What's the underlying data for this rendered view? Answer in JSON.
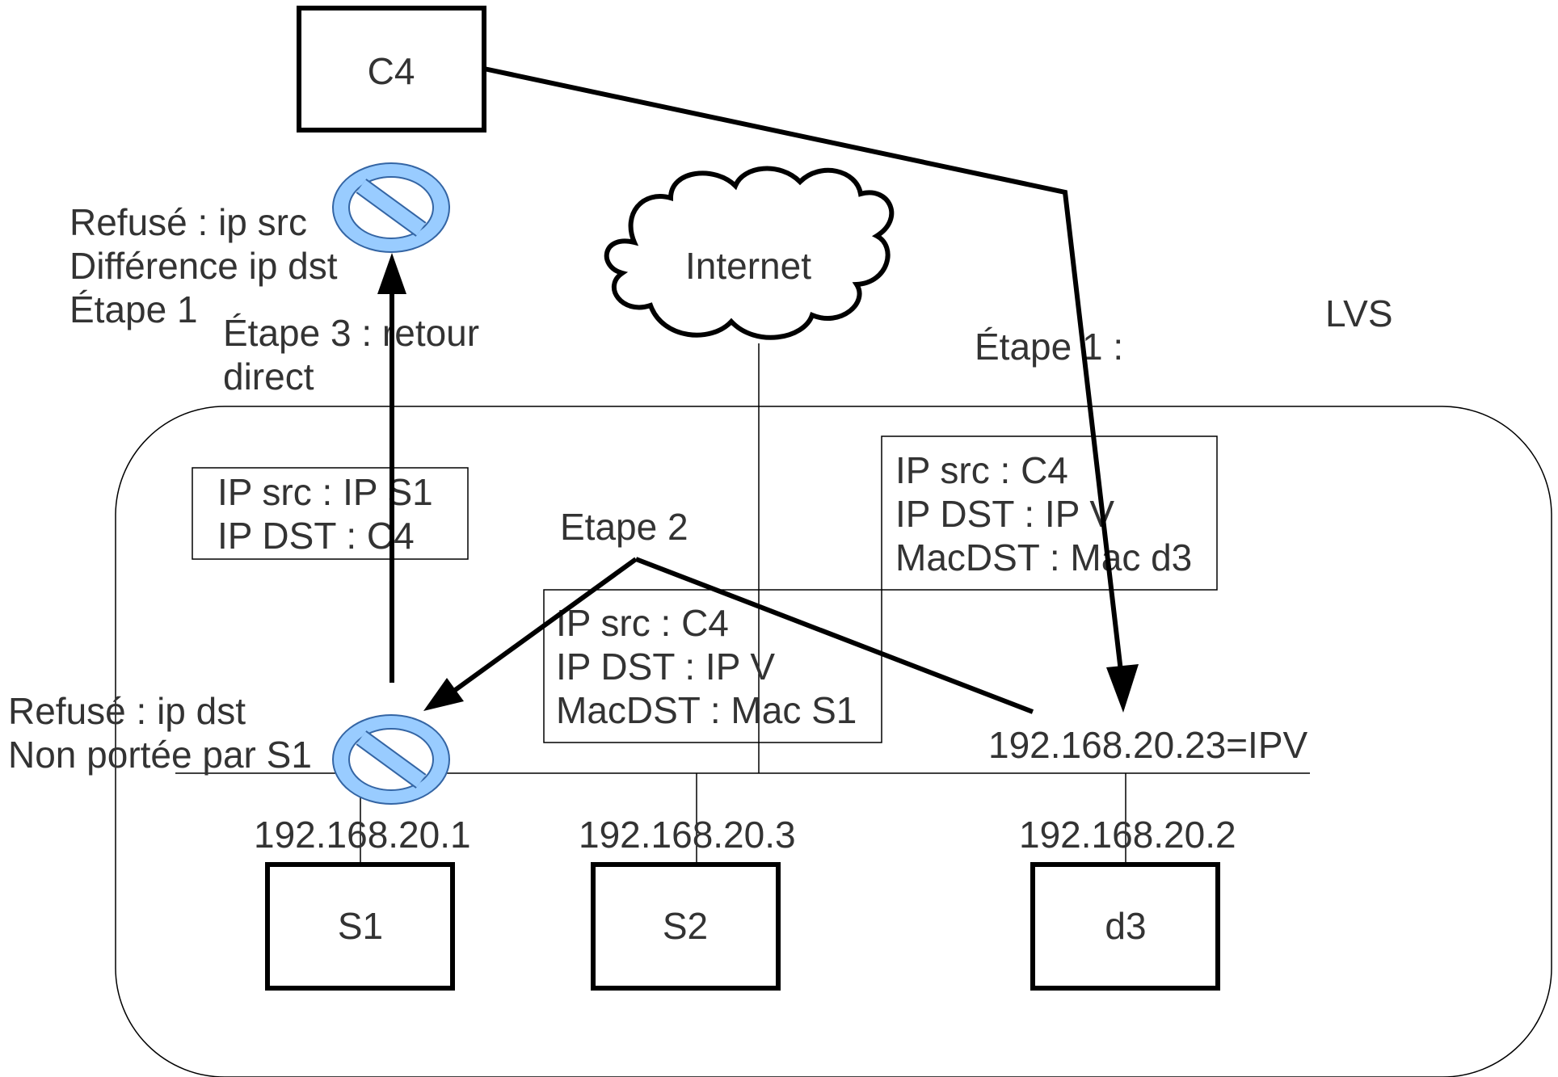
{
  "nodes": {
    "c4": "C4",
    "s1": "S1",
    "s2": "S2",
    "d3": "d3",
    "internet": "Internet",
    "lvs": "LVS"
  },
  "ips": {
    "s1": "192.168.20.1",
    "s2": "192.168.20.3",
    "d3": "192.168.20.2",
    "virtual": "192.168.20.23=IPV"
  },
  "labels": {
    "refused_top": [
      "Refusé : ip src",
      "Différence ip dst",
      "Étape 1"
    ],
    "step3": [
      "Étape 3 : retour",
      "direct"
    ],
    "step1": "Étape 1 :",
    "step2": "Etape 2",
    "refused_bottom": [
      "Refusé : ip dst",
      "Non portée par S1"
    ]
  },
  "packets": {
    "return": [
      "IP src : IP S1",
      "IP DST :  C4"
    ],
    "step1": [
      "IP src : C4",
      "IP DST :  IP V",
      "MacDST : Mac d3"
    ],
    "step2": [
      "IP src : C4",
      "IP DST :  IP V",
      "MacDST : Mac S1"
    ]
  },
  "colors": {
    "line": "#000000",
    "text": "#333333",
    "forbidden_fill": "#99ccff",
    "forbidden_stroke": "#3465a4"
  },
  "icons": {
    "forbidden": "no-entry-icon",
    "cloud": "cloud-icon"
  }
}
